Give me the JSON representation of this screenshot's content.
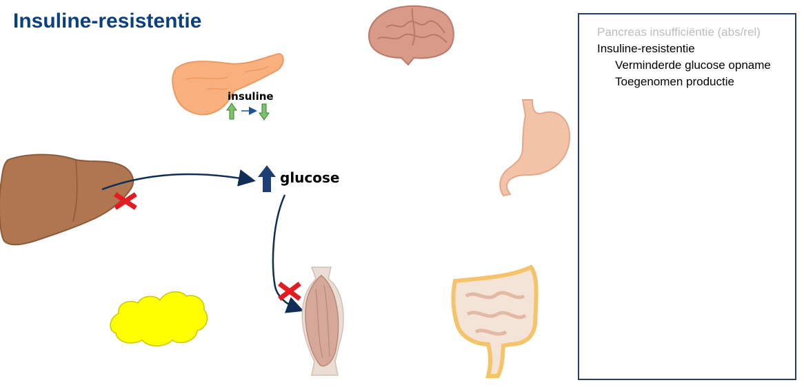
{
  "slide": {
    "title": "Insuline-resistentie"
  },
  "diagram": {
    "labels": {
      "insuline": "insuline",
      "glucose": "glucose"
    },
    "organs": [
      "brain-icon",
      "pancreas-icon",
      "stomach-icon",
      "liver-icon",
      "muscle-icon",
      "intestine-icon",
      "fat-tissue-icon"
    ],
    "colors": {
      "arrow": "#0f2d57",
      "up_arrow_green": "#7cc46c",
      "glucose_arrow": "#1c3f74",
      "blocked_cross": "#e51b24",
      "fat": "#ffff00",
      "liver": "#b07650",
      "pancreas": "#f9b07c",
      "title": "#0b3f7e"
    }
  },
  "panel": {
    "bullets": [
      {
        "text": "Pancreas insufficiëntie (abs/rel)",
        "level": 1,
        "muted": true
      },
      {
        "text": "Insuline-resistentie",
        "level": 1,
        "muted": false
      },
      {
        "text": "Verminderde glucose opname",
        "level": 2,
        "muted": false
      },
      {
        "text": "Toegenomen productie",
        "level": 2,
        "muted": false
      }
    ],
    "bullet_symbol": "•"
  }
}
